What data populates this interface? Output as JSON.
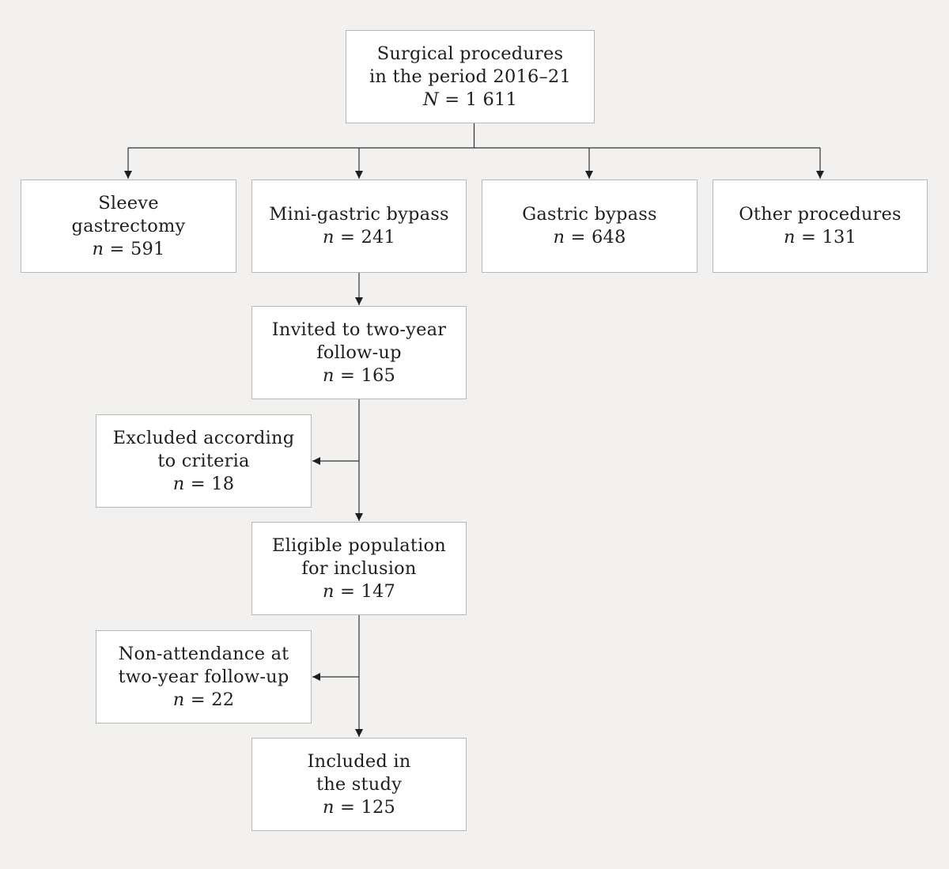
{
  "nodes": {
    "top": {
      "lines": [
        "Surgical procedures",
        "in the period 2016–21"
      ],
      "var": "N",
      "value": "1 611"
    },
    "sleeve": {
      "lines": [
        "Sleeve",
        "gastrectomy"
      ],
      "var": "n",
      "value": "591"
    },
    "mini": {
      "lines": [
        "Mini-gastric bypass"
      ],
      "var": "n",
      "value": "241"
    },
    "gastric": {
      "lines": [
        "Gastric bypass"
      ],
      "var": "n",
      "value": "648"
    },
    "other": {
      "lines": [
        "Other procedures"
      ],
      "var": "n",
      "value": "131"
    },
    "invited": {
      "lines": [
        "Invited to two-year",
        "follow-up"
      ],
      "var": "n",
      "value": "165"
    },
    "excluded": {
      "lines": [
        "Excluded according",
        "to criteria"
      ],
      "var": "n",
      "value": "18"
    },
    "eligible": {
      "lines": [
        "Eligible population",
        "for inclusion"
      ],
      "var": "n",
      "value": "147"
    },
    "nonatt": {
      "lines": [
        "Non-attendance at",
        "two-year follow-up"
      ],
      "var": "n",
      "value": "22"
    },
    "included": {
      "lines": [
        "Included in",
        "the study"
      ],
      "var": "n",
      "value": "125"
    }
  },
  "edges": [
    {
      "from": "top",
      "to": "sleeve"
    },
    {
      "from": "top",
      "to": "mini"
    },
    {
      "from": "top",
      "to": "gastric"
    },
    {
      "from": "top",
      "to": "other"
    },
    {
      "from": "mini",
      "to": "invited"
    },
    {
      "from": "invited",
      "to": "eligible"
    },
    {
      "from": "invited",
      "to": "excluded"
    },
    {
      "from": "eligible",
      "to": "included"
    },
    {
      "from": "eligible",
      "to": "nonatt"
    }
  ],
  "colors": {
    "background": "#f2f1ef",
    "box_fill": "#ffffff",
    "box_border": "#b9b7b4",
    "line": "#333333",
    "text": "#1e1e1e"
  }
}
